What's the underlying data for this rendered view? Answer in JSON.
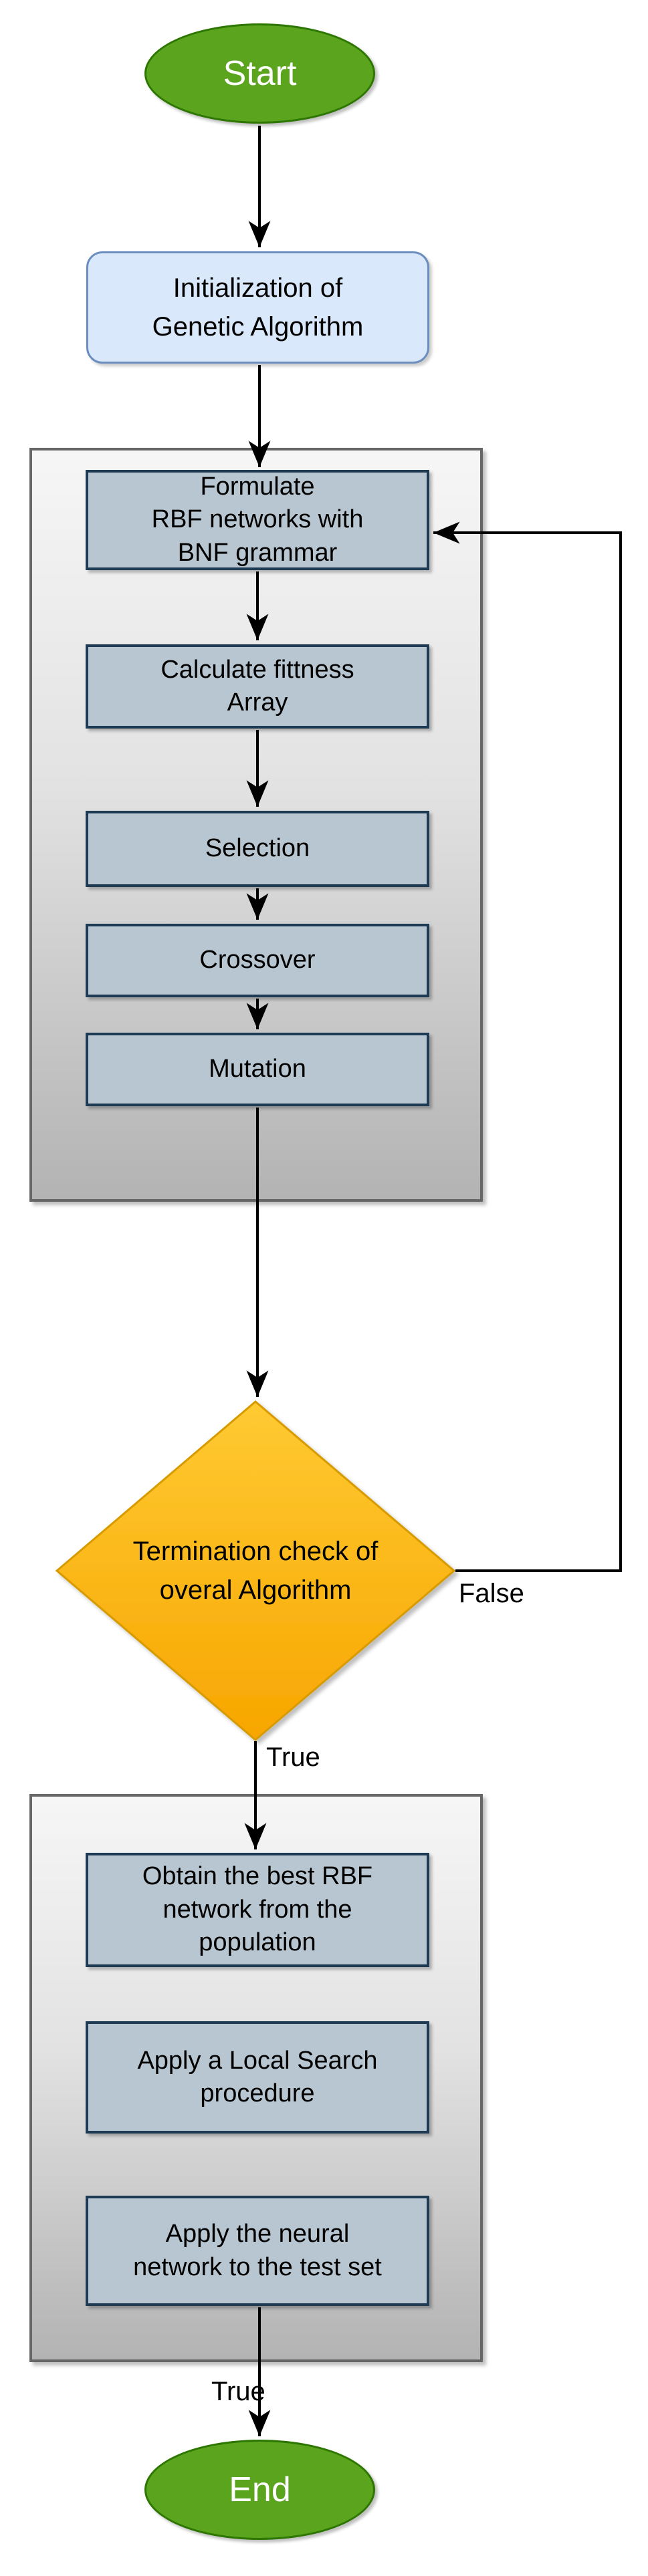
{
  "diagram": {
    "title": "Genetic algorithm RBF network flowchart",
    "nodes": {
      "start": "Start",
      "init": "Initialization of\nGenetic Algorithm",
      "decision": "Termination check of\noveral Algorithm",
      "end": "End"
    },
    "ga_loop_steps": [
      {
        "label": "Formulate\nRBF networks with\nBNF grammar"
      },
      {
        "label": "Calculate fittness\nArray"
      },
      {
        "label": "Selection"
      },
      {
        "label": "Crossover"
      },
      {
        "label": "Mutation"
      }
    ],
    "final_steps": [
      {
        "label": "Obtain the best RBF\nnetwork from the\npopulation"
      },
      {
        "label": "Apply a Local Search\nprocedure"
      },
      {
        "label": "Apply the neural\nnetwork to the test set"
      }
    ],
    "edge_labels": {
      "false_branch": "False",
      "true_branch": "True",
      "true_final": "True"
    },
    "colors": {
      "terminal_fill": "#5aa41e",
      "terminal_stroke": "#2d7600",
      "init_fill": "#dae8fc",
      "init_stroke": "#6c8ebf",
      "step_fill": "#b7c6d1",
      "step_stroke": "#1f3b54",
      "container_fill_top": "#f6f6f6",
      "container_fill_bottom": "#b3b3b3",
      "container_stroke": "#666666",
      "diamond_fill_top": "#ffca33",
      "diamond_fill_bottom": "#f7a600",
      "diamond_stroke": "#d79b00",
      "connector": "#000000"
    }
  }
}
